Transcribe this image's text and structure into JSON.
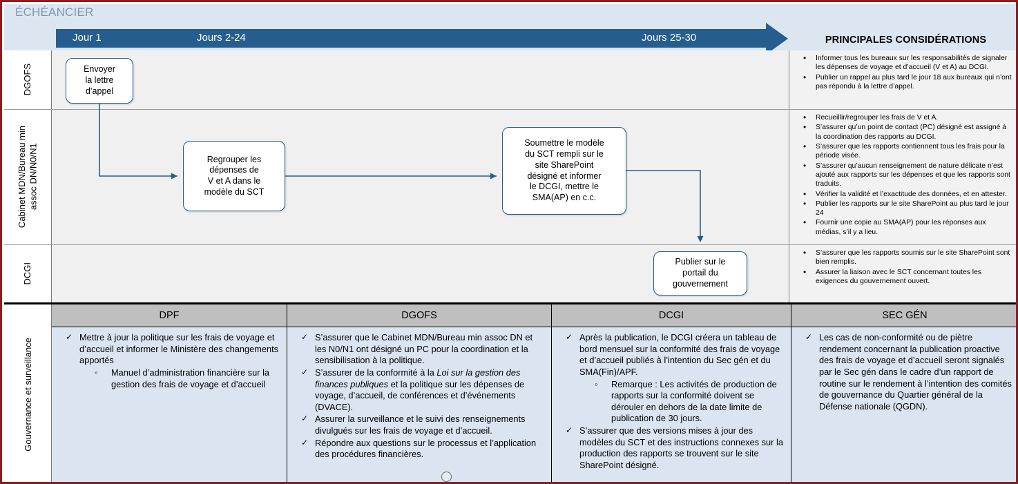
{
  "timeline": {
    "title": "ÉCHÉANCIER",
    "segments": [
      "Jour 1",
      "Jours 2-24",
      "Jours 25-30"
    ],
    "arrow_color": "#255e8e",
    "band_color": "#dce6f1"
  },
  "considerations_header": "PRINCIPALES CONSIDÉRATIONS",
  "lanes": [
    {
      "label": "DGOFS",
      "notes": [
        "Informer tous les bureaux sur les responsabilités de signaler les dépenses de voyage et d’accueil (V et A) au DCGI.",
        "Publier un rappel au plus tard le jour 18 aux bureaux qui n’ont pas répondu à la lettre d’appel."
      ]
    },
    {
      "label": "Cabinet MDN/Bureau min\nassoc DN/N0/N1",
      "notes": [
        "Recueillir/regrouper les frais de V et A.",
        "S’assurer qu’un point de contact (PC) désigné est assigné à la coordination des rapports au DCGI.",
        "S’assurer que les rapports contiennent tous les frais pour la période visée.",
        "S’assurer qu’aucun renseignement de nature délicate n’est ajouté aux rapports sur les dépenses et que les rapports sont traduits.",
        "Vérifier la validité et l’exactitude des données, et en attester.",
        "Publier les rapports sur le site SharePoint au plus tard le jour 24",
        "Fournir une copie au SMA(AP) pour les réponses aux médias, s’il y a lieu."
      ]
    },
    {
      "label": "DCGI",
      "notes": [
        "S’assurer que les rapports soumis sur le site SharePoint sont bien remplis.",
        "Assurer la liaison avec le SCT concernant toutes les exigences du gouvernement ouvert."
      ]
    }
  ],
  "process_boxes": {
    "envoyer": "Envoyer\nla lettre\nd’appel",
    "regrouper": "Regrouper les\ndépenses de\nV et A dans le\nmodèle du SCT",
    "soumettre": "Soumettre le modèle\ndu SCT rempli sur le\nsite SharePoint\ndésigné et informer\nle DCGI, mettre le\nSMA(AP) en c.c.",
    "publier": "Publier sur le\nportail du\ngouvernement"
  },
  "governance": {
    "row_label": "Gouvernance et surveillance",
    "columns": [
      {
        "header": "DPF",
        "items": [
          {
            "text": "Mettre à jour la politique sur les frais de voyage et d’accueil et informer le Ministère des changements apportés",
            "sub": [
              "Manuel d’administration financière sur la gestion des frais de voyage et d’accueil"
            ]
          }
        ]
      },
      {
        "header": "DGOFS",
        "items": [
          {
            "text": "S’assurer que le Cabinet MDN/Bureau min assoc DN et les N0/N1 ont désigné un PC pour la coordination et la sensibilisation à la politique.",
            "sub": []
          },
          {
            "text_pre": "S’assurer de la conformité à la ",
            "text_italic": "Loi sur la gestion des finances publiques",
            "text_post": " et la politique sur les dépenses de voyage, d’accueil, de conférences et d’événements (DVACE).",
            "sub": []
          },
          {
            "text": "Assurer la surveillance et le suivi des renseignements divulgués sur les frais de voyage et d’accueil.",
            "sub": []
          },
          {
            "text": "Répondre aux questions sur le processus et l’application des procédures financières.",
            "sub": []
          }
        ]
      },
      {
        "header": "DCGI",
        "items": [
          {
            "text": "Après la publication, le DCGI créera un tableau de bord mensuel sur la conformité des frais de voyage et d’accueil publiés à l’intention du Sec gén et du SMA(Fin)/APF.",
            "sub": [
              "Remarque : Les activités de production de rapports sur la conformité doivent se dérouler en dehors de la date limite de publication de 30 jours."
            ]
          },
          {
            "text": "S’assurer que des versions mises à jour des modèles du SCT et des instructions connexes sur la production des rapports se trouvent sur le site SharePoint désigné.",
            "sub": []
          }
        ]
      },
      {
        "header": "SEC GÉN",
        "items": [
          {
            "text": "Les cas de non-conformité ou de piètre rendement concernant la publication proactive des frais de voyage et d’accueil seront signalés par le Sec gén dans le cadre d’un rapport de routine sur le rendement à l’intention des comités de gouvernance du Quartier général de la Défense nationale (QGDN).",
            "sub": []
          }
        ]
      }
    ]
  }
}
